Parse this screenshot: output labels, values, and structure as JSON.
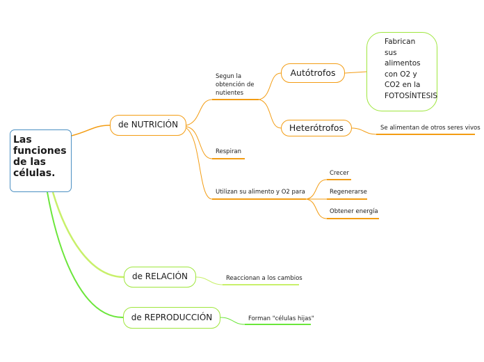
{
  "root": {
    "label": "Las funciones de las células."
  },
  "nutricion": {
    "label": "de NUTRICIÓN",
    "obtencion": "Segun la obtención de nutientes",
    "autotrofos": "Autótrofos",
    "autotrofos_desc": "Fabrican sus alimentos con O2 y CO2 en la FOTOSÍNTESIS",
    "heterotrofos": "Heterótrofos",
    "heterotrofos_desc": "Se alimentan de otros seres vivos",
    "respiran": "Respiran",
    "utilizan": "Utilizan su alimento y O2 para",
    "crecer": "Crecer",
    "regenerarse": "Regenerarse",
    "energia": "Obtener energía"
  },
  "relacion": {
    "label": "de RELACIÓN",
    "desc": "Reaccionan a los cambios"
  },
  "reproduccion": {
    "label": "de REPRODUCCIÓN",
    "desc": "Forman \"células hijas\""
  },
  "colors": {
    "root_border": "#4a8fc2",
    "nutricion": "#f39c12",
    "relacion": "#9ee63c",
    "reproduccion": "#6be63a"
  }
}
